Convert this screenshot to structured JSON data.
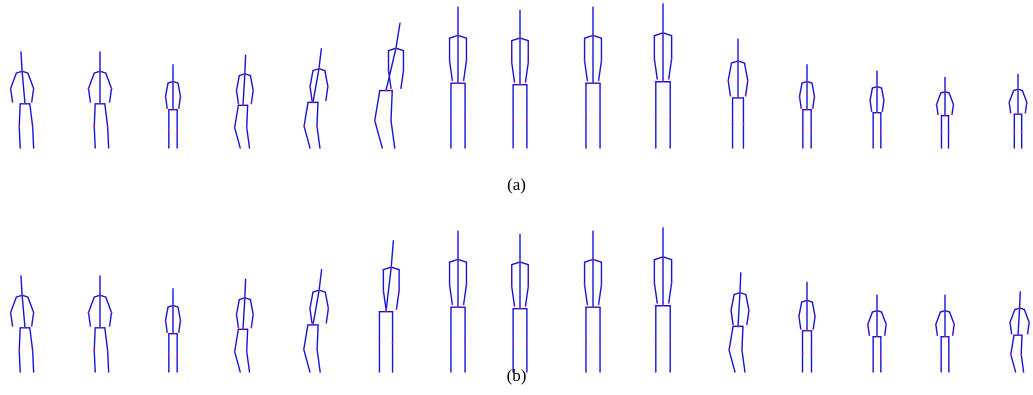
{
  "figure": {
    "captions": {
      "a": "(a)",
      "b": "(b)"
    },
    "colors": {
      "bone": "#1515d6",
      "joint": "#d4145a",
      "background": "#ffffff"
    },
    "rows": [
      {
        "label": "(a)",
        "poses": [
          {
            "scale": 0.6,
            "lean": -0.03,
            "arms": "wide",
            "legs": "split"
          },
          {
            "scale": 0.6,
            "lean": 0.0,
            "arms": "wide",
            "legs": "split"
          },
          {
            "scale": 0.52,
            "lean": 0.0,
            "arms": "mid",
            "legs": "straight"
          },
          {
            "scale": 0.58,
            "lean": 0.02,
            "arms": "mid",
            "legs": "bent"
          },
          {
            "scale": 0.62,
            "lean": 0.06,
            "arms": "mid",
            "legs": "bent"
          },
          {
            "scale": 0.78,
            "lean": 0.08,
            "arms": "close",
            "legs": "bent"
          },
          {
            "scale": 0.88,
            "lean": 0.0,
            "arms": "close",
            "legs": "straight"
          },
          {
            "scale": 0.86,
            "lean": 0.0,
            "arms": "close",
            "legs": "straight"
          },
          {
            "scale": 0.88,
            "lean": 0.0,
            "arms": "close",
            "legs": "straight"
          },
          {
            "scale": 0.9,
            "lean": 0.0,
            "arms": "close",
            "legs": "straight"
          },
          {
            "scale": 0.68,
            "lean": 0.0,
            "arms": "mid",
            "legs": "straight"
          },
          {
            "scale": 0.52,
            "lean": 0.0,
            "arms": "mid",
            "legs": "straight"
          },
          {
            "scale": 0.48,
            "lean": 0.0,
            "arms": "mid",
            "legs": "straight"
          },
          {
            "scale": 0.44,
            "lean": 0.0,
            "arms": "wide",
            "legs": "straight"
          },
          {
            "scale": 0.46,
            "lean": 0.0,
            "arms": "wide",
            "legs": "straight"
          }
        ]
      },
      {
        "label": "(b)",
        "poses": [
          {
            "scale": 0.6,
            "lean": -0.03,
            "arms": "wide",
            "legs": "split"
          },
          {
            "scale": 0.6,
            "lean": 0.0,
            "arms": "wide",
            "legs": "split"
          },
          {
            "scale": 0.52,
            "lean": 0.0,
            "arms": "mid",
            "legs": "straight"
          },
          {
            "scale": 0.58,
            "lean": 0.02,
            "arms": "mid",
            "legs": "bent"
          },
          {
            "scale": 0.64,
            "lean": 0.06,
            "arms": "mid",
            "legs": "bent"
          },
          {
            "scale": 0.82,
            "lean": 0.04,
            "arms": "close",
            "legs": "straight"
          },
          {
            "scale": 0.88,
            "lean": 0.0,
            "arms": "close",
            "legs": "straight"
          },
          {
            "scale": 0.86,
            "lean": 0.0,
            "arms": "close",
            "legs": "straight"
          },
          {
            "scale": 0.88,
            "lean": 0.0,
            "arms": "close",
            "legs": "straight"
          },
          {
            "scale": 0.9,
            "lean": 0.0,
            "arms": "close",
            "legs": "straight"
          },
          {
            "scale": 0.62,
            "lean": 0.02,
            "arms": "mid",
            "legs": "bent"
          },
          {
            "scale": 0.56,
            "lean": 0.0,
            "arms": "mid",
            "legs": "straight"
          },
          {
            "scale": 0.48,
            "lean": 0.0,
            "arms": "wide",
            "legs": "straight"
          },
          {
            "scale": 0.48,
            "lean": 0.0,
            "arms": "wide",
            "legs": "straight"
          },
          {
            "scale": 0.5,
            "lean": 0.02,
            "arms": "wide",
            "legs": "bent"
          }
        ]
      }
    ]
  }
}
